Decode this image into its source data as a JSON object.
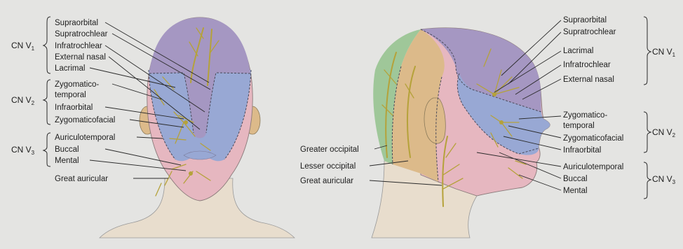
{
  "front_view": {
    "groups": [
      {
        "prefix": "CN V",
        "sub": "1"
      },
      {
        "prefix": "CN V",
        "sub": "2"
      },
      {
        "prefix": "CN V",
        "sub": "3"
      }
    ],
    "labels": [
      "Supraorbital",
      "Supratrochlear",
      "Infratrochlear",
      "External nasal",
      "Lacrimal",
      "Zygomatico-",
      "temporal",
      "Infraorbital",
      "Zygomaticofacial",
      "Auriculotemporal",
      "Buccal",
      "Mental",
      "Great auricular"
    ]
  },
  "side_view": {
    "groups": [
      {
        "prefix": "CN V",
        "sub": "1"
      },
      {
        "prefix": "CN V",
        "sub": "2"
      },
      {
        "prefix": "CN V",
        "sub": "3"
      }
    ],
    "labels": [
      "Supraorbital",
      "Supratrochlear",
      "Lacrimal",
      "Infratrochlear",
      "External nasal",
      "Zygomatico-",
      "temporal",
      "Zygomaticofacial",
      "Infraorbital",
      "Auriculotemporal",
      "Buccal",
      "Mental"
    ],
    "left_labels": [
      "Greater occipital",
      "Lesser occipital",
      "Great auricular"
    ]
  },
  "colors": {
    "v1": "#a597c2",
    "v2": "#98a8d4",
    "v3": "#e6b7c0",
    "occipital": "#9fc799",
    "cervical": "#dcba8a",
    "skin": "#e8ddcd",
    "nerve": "#b5a23a"
  }
}
